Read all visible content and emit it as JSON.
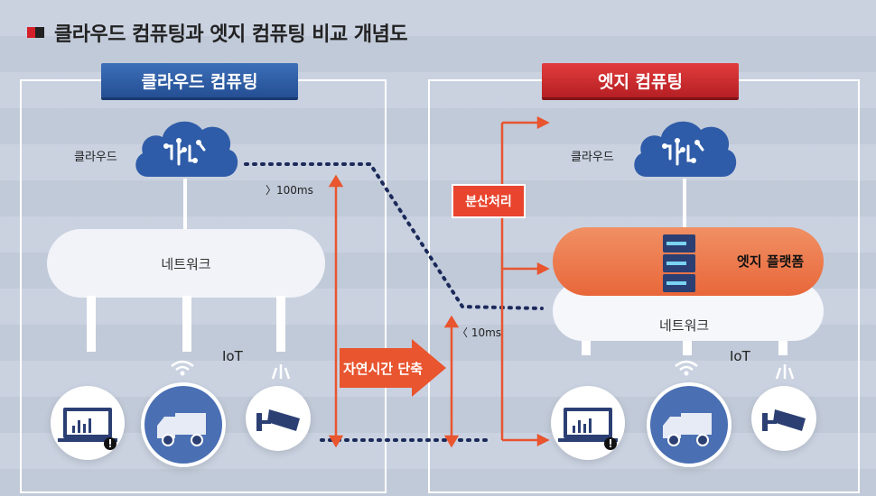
{
  "title": "클라우드 컴퓨팅과 엣지 컴퓨팅 비교 개념도",
  "left": {
    "header": "클라우드 컴퓨팅",
    "cloud_label": "클라우드",
    "network_label": "네트워크",
    "iot_label": "IoT",
    "latency": "〉100ms"
  },
  "right": {
    "header": "엣지 컴퓨팅",
    "cloud_label": "클라우드",
    "edge_platform_label": "엣지 플랫폼",
    "network_label": "네트워크",
    "iot_label": "IoT",
    "latency": "〈 10ms",
    "distributed_label": "분산처리"
  },
  "center": {
    "arrow_label": "자연시간 단축"
  },
  "colors": {
    "blue_ribbon": "#2f5fa8",
    "red_ribbon": "#cc2a2e",
    "accent_orange": "#e8552f",
    "navy_dots": "#1c2a5a",
    "cloud_blue": "#2f5ca8"
  },
  "icons": {
    "cloud": "cloud-network-icon",
    "monitor": "monitor-alert-icon",
    "truck": "truck-icon",
    "camera": "cctv-camera-icon",
    "server": "server-icon",
    "wifi": "wifi-icon"
  }
}
